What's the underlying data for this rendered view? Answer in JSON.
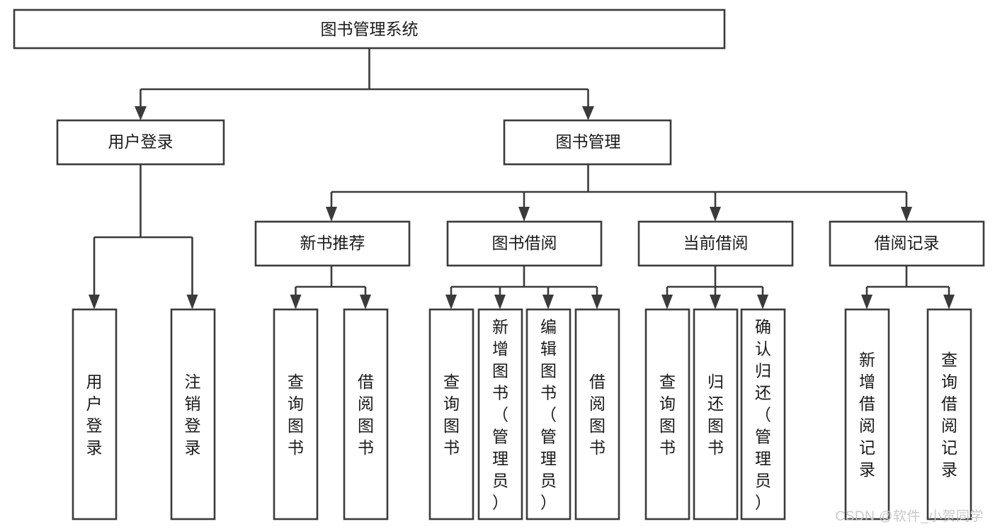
{
  "diagram": {
    "title": "图书管理系统",
    "watermark": "CSDN @软件_小贺同学",
    "root": {
      "id": "root",
      "label": "图书管理系统",
      "orientation": "horizontal"
    },
    "level2": [
      {
        "id": "user-login",
        "label": "用户登录",
        "orientation": "horizontal"
      },
      {
        "id": "book-manage",
        "label": "图书管理",
        "orientation": "horizontal"
      }
    ],
    "level3": [
      {
        "id": "new-book-recommend",
        "label": "新书推荐",
        "parent": "book-manage",
        "orientation": "horizontal"
      },
      {
        "id": "book-borrow",
        "label": "图书借阅",
        "parent": "book-manage",
        "orientation": "horizontal"
      },
      {
        "id": "current-borrow",
        "label": "当前借阅",
        "parent": "book-manage",
        "orientation": "horizontal"
      },
      {
        "id": "borrow-record",
        "label": "借阅记录",
        "parent": "book-manage",
        "orientation": "horizontal"
      }
    ],
    "leaves": [
      {
        "id": "leaf-user-login",
        "label": "用户登录",
        "parent": "user-login",
        "orientation": "vertical"
      },
      {
        "id": "leaf-user-logout",
        "label": "注销登录",
        "parent": "user-login",
        "orientation": "vertical"
      },
      {
        "id": "leaf-query-book-1",
        "label": "查询图书",
        "parent": "new-book-recommend",
        "orientation": "vertical"
      },
      {
        "id": "leaf-borrow-book-1",
        "label": "借阅图书",
        "parent": "new-book-recommend",
        "orientation": "vertical"
      },
      {
        "id": "leaf-query-book-2",
        "label": "查询图书",
        "parent": "book-borrow",
        "orientation": "vertical"
      },
      {
        "id": "leaf-add-book",
        "label": "新增图书（管理员）",
        "parent": "book-borrow",
        "orientation": "vertical"
      },
      {
        "id": "leaf-edit-book",
        "label": "编辑图书（管理员）",
        "parent": "book-borrow",
        "orientation": "vertical"
      },
      {
        "id": "leaf-borrow-book-2",
        "label": "借阅图书",
        "parent": "book-borrow",
        "orientation": "vertical"
      },
      {
        "id": "leaf-query-book-3",
        "label": "查询图书",
        "parent": "current-borrow",
        "orientation": "vertical"
      },
      {
        "id": "leaf-return-book",
        "label": "归还图书",
        "parent": "current-borrow",
        "orientation": "vertical"
      },
      {
        "id": "leaf-confirm-return",
        "label": "确认归还（管理员）",
        "parent": "current-borrow",
        "orientation": "vertical"
      },
      {
        "id": "leaf-add-record",
        "label": "新增借阅记录",
        "parent": "borrow-record",
        "orientation": "vertical"
      },
      {
        "id": "leaf-query-record",
        "label": "查询借阅记录",
        "parent": "borrow-record",
        "orientation": "vertical"
      }
    ],
    "colors": {
      "stroke": "#3b3b3b",
      "fill": "#ffffff",
      "text": "#1a1a1a",
      "watermark": "#c9c9c9"
    }
  }
}
